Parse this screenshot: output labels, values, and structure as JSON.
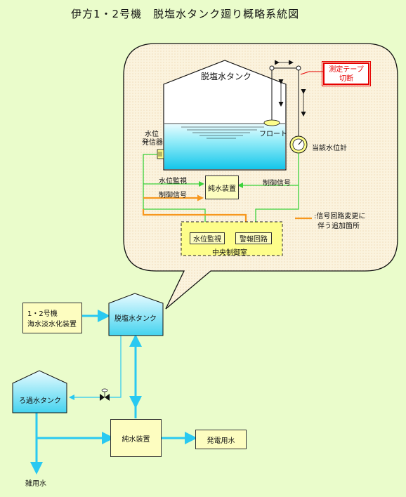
{
  "title": "伊方1・2号機　脱塩水タンク廻り概略系統図",
  "callout": {
    "tank_label": "脱塩水タンク",
    "float_label": "フロート",
    "level_transmitter_label_1": "水位",
    "level_transmitter_label_2": "発信器",
    "level_gauge_label": "当該水位計",
    "tape_label_1": "測定テープ",
    "tape_label_2": "切断",
    "pure_water_device": "純水装置",
    "signal_level_monitor": "水位監視",
    "signal_control_left": "制御信号",
    "signal_control_right": "制御信号",
    "central_level_monitor": "水位監視",
    "central_alarm_circuit": "警報回路",
    "central_control_room": "中央制御室",
    "legend_line_1": ":信号回路変更に",
    "legend_line_2": "伴う追加箇所"
  },
  "system": {
    "desal_plant_1": "1・2号機",
    "desal_plant_2": "海水淡水化装置",
    "demin_tank": "脱塩水タンク",
    "filtered_tank": "ろ過水タンク",
    "pure_water_device": "純水装置",
    "power_water": "発電用水",
    "misc_water": "雑用水"
  },
  "colors": {
    "background": "#eafccb",
    "callout_fill": "#fbf2dc",
    "water": "#39d7ef",
    "flow_line": "#29c9f1",
    "signal_green": "#3bd23b",
    "signal_orange": "#f7971d",
    "alert_red": "#e60000",
    "box_fill": "#fdfdc0"
  }
}
